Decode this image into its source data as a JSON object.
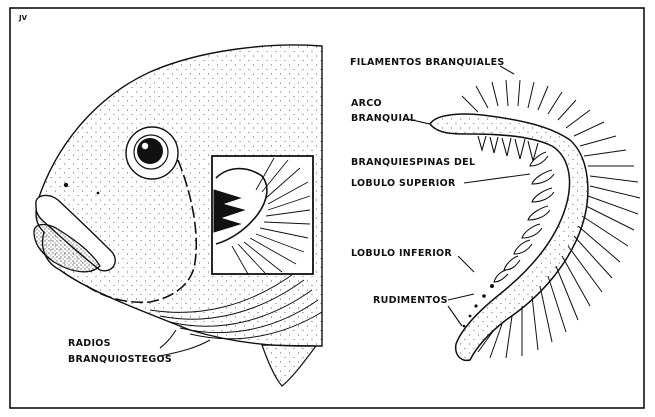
{
  "figure": {
    "signature": "JV",
    "labels": {
      "filamentos": "FILAMENTOS BRANQUIALES",
      "arco_1": "ARCO",
      "arco_2": "BRANQUIAL",
      "branquiespinas_1": "BRANQUIESPINAS DEL",
      "branquiespinas_2": "LOBULO SUPERIOR",
      "lobulo_inferior": "LOBULO INFERIOR",
      "rudimentos": "RUDIMENTOS",
      "radios_1": "RADIOS",
      "radios_2": "BRANQUIOSTEGOS"
    }
  }
}
